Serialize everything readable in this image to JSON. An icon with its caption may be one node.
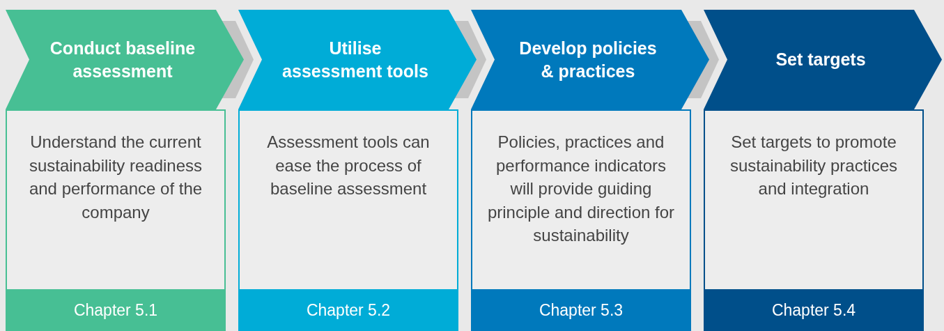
{
  "diagram": {
    "nodes": [
      {
        "text": [
          "Conduct baseline assessment"
        ]
      },
      {
        "text": [
          "Understand the current sustainability readiness and performance of the company"
        ]
      },
      {
        "text": [
          "Chapter 5.1"
        ]
      },
      {
        "text": [
          "Utilise assessment tools"
        ]
      },
      {
        "text": [
          "Assessment tools can ease the process of baseline assessment"
        ]
      },
      {
        "text": [
          "Chapter 5.2"
        ]
      },
      {
        "text": [
          "Develop policies & practices"
        ]
      },
      {
        "text": [
          "Policies, practices and performance indicators will provide guiding principle and direction for sustainability"
        ]
      },
      {
        "text": [
          "Chapter 5.3"
        ]
      },
      {
        "text": [
          "Set targets"
        ]
      },
      {
        "text": [
          "Set targets to promote sustainability practices and integration"
        ]
      },
      {
        "text": [
          "Chapter 5.4"
        ]
      }
    ]
  }
}
